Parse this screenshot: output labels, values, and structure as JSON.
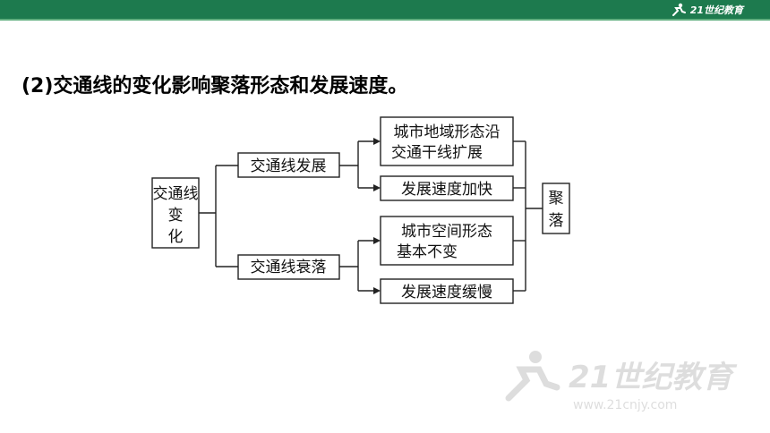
{
  "header": {
    "logo_text": "21世纪教育",
    "accent_color": "#1d7a4e"
  },
  "heading": "(2)交通线的变化影响聚落形态和发展速度。",
  "diagram": {
    "root": [
      "交通线",
      "变",
      "化"
    ],
    "root_full": "交通线变化",
    "branch_develop": "交通线发展",
    "branch_decline": "交通线衰落",
    "leaf_1_line1": "城市地域形态沿",
    "leaf_1_line2": "交通干线扩展",
    "leaf_2": "发展速度加快",
    "leaf_3_line1": "城市空间形态",
    "leaf_3_line2": "基本不变",
    "leaf_4": "发展速度缓慢",
    "result_line1": "聚",
    "result_line2": "落"
  },
  "watermark": {
    "text": "21世纪教育",
    "subtext": "www.21cnjy.com"
  }
}
